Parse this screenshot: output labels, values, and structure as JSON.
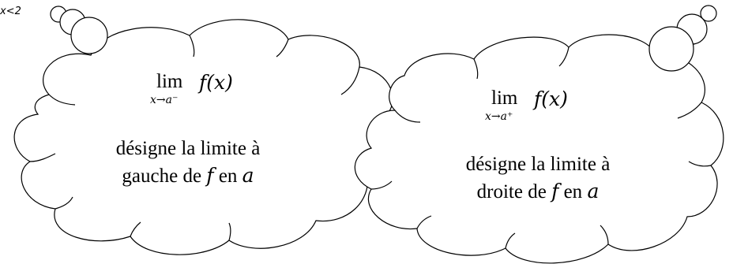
{
  "corner_fragment": "x<2",
  "left_cloud": {
    "lim_word": "lim",
    "lim_subscript": "x→a⁻",
    "lim_function": "f(x)",
    "desc_line1": "désigne la limite à",
    "desc_line2_prefix": "gauche de ",
    "desc_line2_f": "f",
    "desc_line2_mid": " en ",
    "desc_line2_a": "a"
  },
  "right_cloud": {
    "lim_word": "lim",
    "lim_subscript": "x→a⁺",
    "lim_function": "f(x)",
    "desc_line1": "désigne la limite à",
    "desc_line2_prefix": "droite de ",
    "desc_line2_f": "f",
    "desc_line2_mid": " en ",
    "desc_line2_a": "a"
  }
}
